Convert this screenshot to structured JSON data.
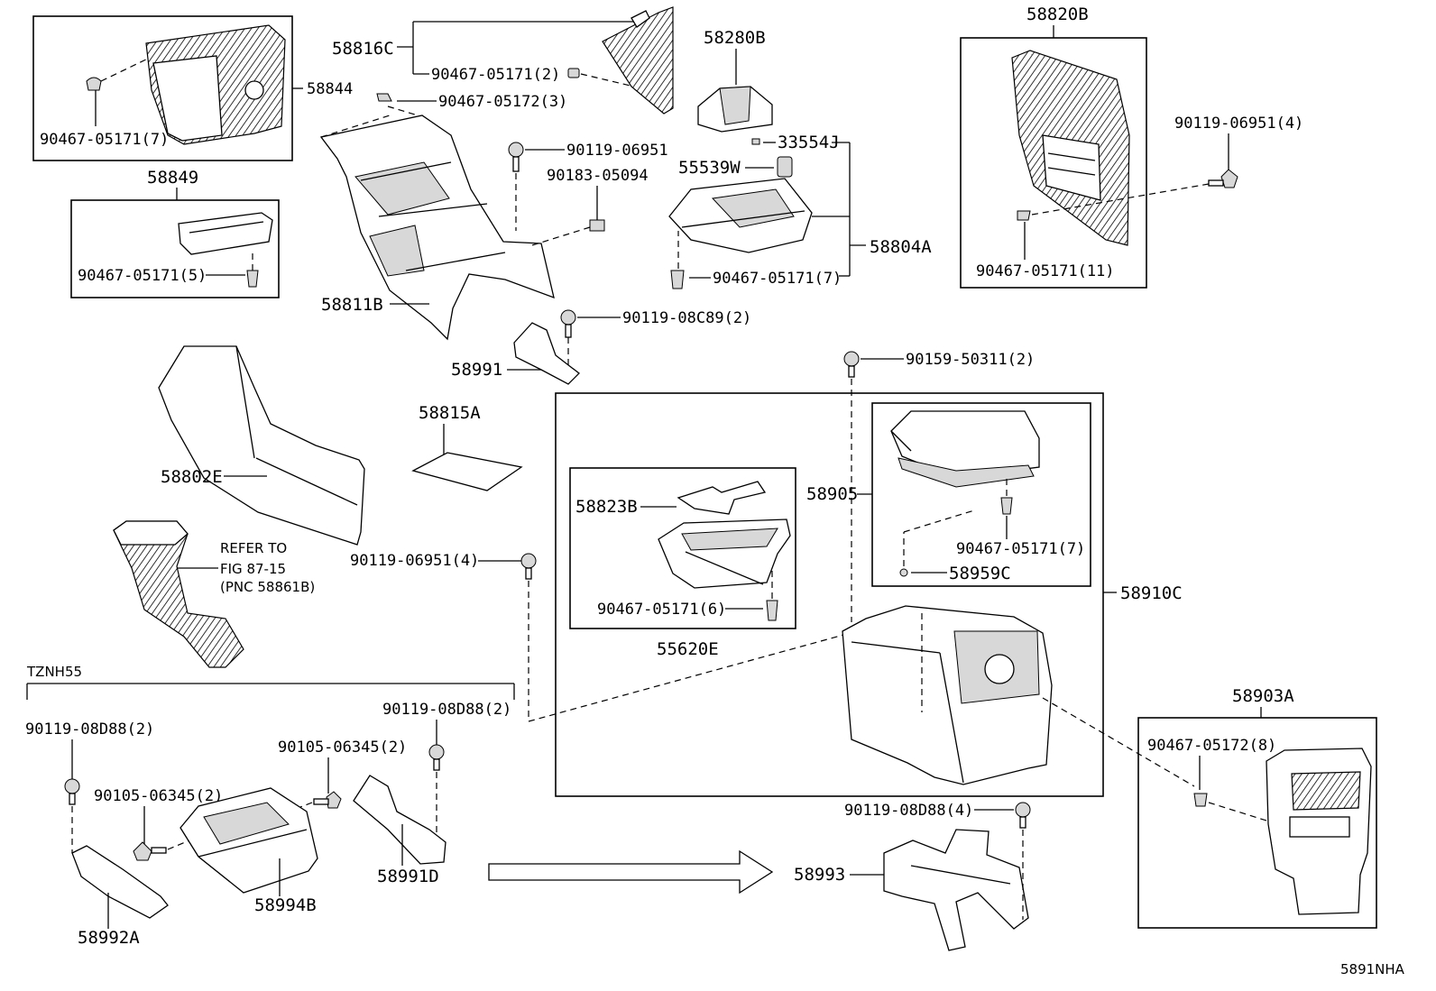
{
  "diagram_code": "5891NHA",
  "variant_label": "TZNH55",
  "arrow_note": "",
  "labels": {
    "p58816C": "58816C",
    "p90467_05171_2": "90467-05171(2)",
    "p90467_05172_3": "90467-05172(3)",
    "p58844": "58844",
    "p90467_05171_7a": "90467-05171(7)",
    "p58849": "58849",
    "p90467_05171_5": "90467-05171(5)",
    "p58280B": "58280B",
    "p33554J": "33554J",
    "p55539W": "55539W",
    "p90119_06951": "90119-06951",
    "p90183_05094": "90183-05094",
    "p58804A": "58804A",
    "p90467_05171_7b": "90467-05171(7)",
    "p58811B": "58811B",
    "p90119_08C89_2": "90119-08C89(2)",
    "p58991": "58991",
    "p58820B": "58820B",
    "p90119_06951_4a": "90119-06951(4)",
    "p90467_05171_11": "90467-05171(11)",
    "p90159_50311_2": "90159-50311(2)",
    "p58815A": "58815A",
    "p58802E": "58802E",
    "p58823B": "58823B",
    "p58905": "58905",
    "p90467_05171_7c": "90467-05171(7)",
    "p58959C": "58959C",
    "p58910C": "58910C",
    "p90467_05171_6": "90467-05171(6)",
    "p55620E": "55620E",
    "refer_line1": "REFER TO",
    "refer_line2": "FIG 87-15",
    "refer_line3": "(PNC 58861B)",
    "p90119_06951_4b": "90119-06951(4)",
    "p90119_08D88_2a": "90119-08D88(2)",
    "p90119_08D88_2b": "90119-08D88(2)",
    "p90105_06345_2a": "90105-06345(2)",
    "p90105_06345_2b": "90105-06345(2)",
    "p58991D": "58991D",
    "p58994B": "58994B",
    "p58992A": "58992A",
    "p58993": "58993",
    "p90119_08D88_4": "90119-08D88(4)",
    "p58903A": "58903A",
    "p90467_05172_8": "90467-05172(8)"
  },
  "icons": [
    "clip-icon",
    "bolt-icon",
    "screw-icon",
    "arrow-right-icon"
  ]
}
